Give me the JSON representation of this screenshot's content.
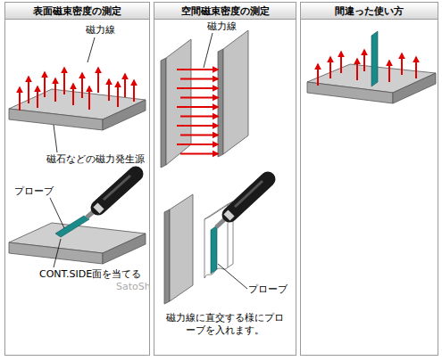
{
  "diagram": {
    "nodes": [
      {
        "text": [
          "表面磁束密度の測定"
        ]
      },
      {
        "text": [
          "空間磁束密度の測定"
        ]
      },
      {
        "text": [
          "間違った使い方"
        ]
      }
    ],
    "labels": [
      "磁力線",
      "磁石などの磁力発生源",
      "プローブ",
      "CONT.SIDE面を当てる",
      "SatoSh",
      "磁力線",
      "プローブ",
      "磁力線に直交する様にプローブを入れます。"
    ]
  }
}
